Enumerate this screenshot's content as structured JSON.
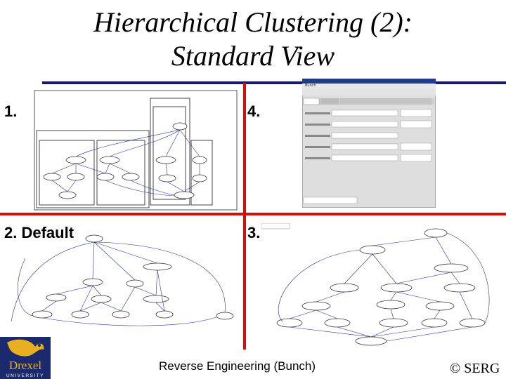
{
  "title": {
    "line1": "Hierarchical Clustering (2):",
    "line2": "Standard View"
  },
  "quadrants": {
    "q1": "1.",
    "q4": "4.",
    "q2": "2. Default",
    "q3": "3."
  },
  "footer": {
    "center": "Reverse Engineering (Bunch)",
    "right": "© SERG"
  },
  "logo": {
    "text": "Drexel",
    "sub": "UNIVERSITY"
  },
  "colors": {
    "divider": "#cc1111",
    "topbar": "#1a1a66",
    "logo_bg": "#1a2a6c",
    "logo_gold": "#e8b020"
  }
}
